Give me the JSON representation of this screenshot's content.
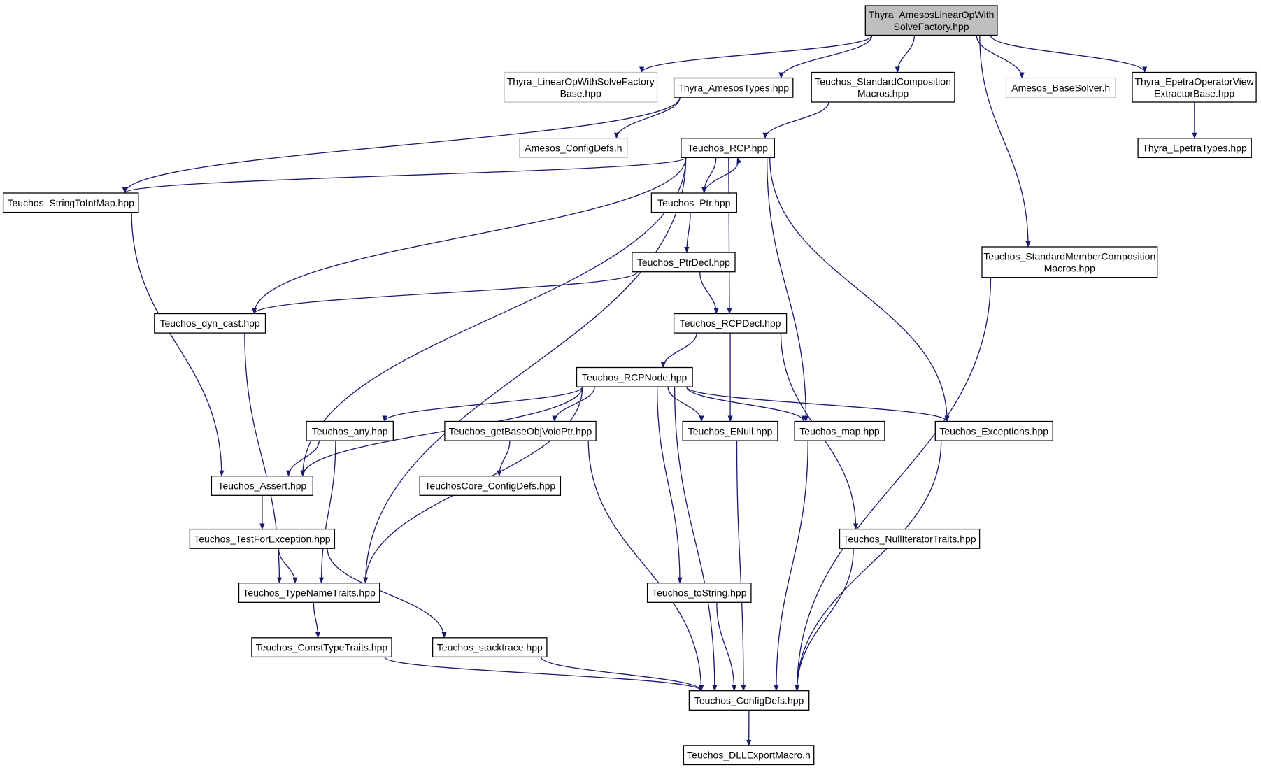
{
  "diagram": {
    "colors": {
      "edge": "#191970",
      "root_fill": "#bfbfbf",
      "external_border": "#bfbfbf",
      "node_border": "#000000",
      "background": "#ffffff"
    },
    "nodes": [
      {
        "id": "root",
        "lines": [
          "Thyra_AmesosLinearOpWith",
          "SolveFactory.hpp"
        ],
        "kind": "root"
      },
      {
        "id": "lowsfb",
        "lines": [
          "Thyra_LinearOpWithSolveFactory",
          "Base.hpp"
        ],
        "kind": "external"
      },
      {
        "id": "amesostypes",
        "lines": [
          "Thyra_AmesosTypes.hpp"
        ],
        "kind": "normal"
      },
      {
        "id": "stdcomp",
        "lines": [
          "Teuchos_StandardComposition",
          "Macros.hpp"
        ],
        "kind": "normal"
      },
      {
        "id": "basesolver",
        "lines": [
          "Amesos_BaseSolver.h"
        ],
        "kind": "external"
      },
      {
        "id": "epetraopview",
        "lines": [
          "Thyra_EpetraOperatorView",
          "ExtractorBase.hpp"
        ],
        "kind": "normal"
      },
      {
        "id": "amesosconfig",
        "lines": [
          "Amesos_ConfigDefs.h"
        ],
        "kind": "external"
      },
      {
        "id": "rcp",
        "lines": [
          "Teuchos_RCP.hpp"
        ],
        "kind": "normal"
      },
      {
        "id": "epetratypes",
        "lines": [
          "Thyra_EpetraTypes.hpp"
        ],
        "kind": "normal"
      },
      {
        "id": "str2int",
        "lines": [
          "Teuchos_StringToIntMap.hpp"
        ],
        "kind": "normal"
      },
      {
        "id": "ptr",
        "lines": [
          "Teuchos_Ptr.hpp"
        ],
        "kind": "normal"
      },
      {
        "id": "stdmembercomp",
        "lines": [
          "Teuchos_StandardMemberComposition",
          "Macros.hpp"
        ],
        "kind": "normal"
      },
      {
        "id": "ptrdecl",
        "lines": [
          "Teuchos_PtrDecl.hpp"
        ],
        "kind": "normal"
      },
      {
        "id": "dyncast",
        "lines": [
          "Teuchos_dyn_cast.hpp"
        ],
        "kind": "normal"
      },
      {
        "id": "rcpdecl",
        "lines": [
          "Teuchos_RCPDecl.hpp"
        ],
        "kind": "normal"
      },
      {
        "id": "rcpnode",
        "lines": [
          "Teuchos_RCPNode.hpp"
        ],
        "kind": "normal"
      },
      {
        "id": "any",
        "lines": [
          "Teuchos_any.hpp"
        ],
        "kind": "normal"
      },
      {
        "id": "getbase",
        "lines": [
          "Teuchos_getBaseObjVoidPtr.hpp"
        ],
        "kind": "normal"
      },
      {
        "id": "enull",
        "lines": [
          "Teuchos_ENull.hpp"
        ],
        "kind": "normal"
      },
      {
        "id": "map",
        "lines": [
          "Teuchos_map.hpp"
        ],
        "kind": "normal"
      },
      {
        "id": "exceptions",
        "lines": [
          "Teuchos_Exceptions.hpp"
        ],
        "kind": "normal"
      },
      {
        "id": "assert",
        "lines": [
          "Teuchos_Assert.hpp"
        ],
        "kind": "normal"
      },
      {
        "id": "coreconfig",
        "lines": [
          "TeuchosCore_ConfigDefs.hpp"
        ],
        "kind": "normal"
      },
      {
        "id": "testforexc",
        "lines": [
          "Teuchos_TestForException.hpp"
        ],
        "kind": "normal"
      },
      {
        "id": "nulliter",
        "lines": [
          "Teuchos_NullIteratorTraits.hpp"
        ],
        "kind": "normal"
      },
      {
        "id": "typename",
        "lines": [
          "Teuchos_TypeNameTraits.hpp"
        ],
        "kind": "normal"
      },
      {
        "id": "tostring",
        "lines": [
          "Teuchos_toString.hpp"
        ],
        "kind": "normal"
      },
      {
        "id": "consttype",
        "lines": [
          "Teuchos_ConstTypeTraits.hpp"
        ],
        "kind": "normal"
      },
      {
        "id": "stacktrace",
        "lines": [
          "Teuchos_stacktrace.hpp"
        ],
        "kind": "normal"
      },
      {
        "id": "configdefs",
        "lines": [
          "Teuchos_ConfigDefs.hpp"
        ],
        "kind": "normal"
      },
      {
        "id": "dllexport",
        "lines": [
          "Teuchos_DLLExportMacro.h"
        ],
        "kind": "normal"
      }
    ],
    "edges": [
      [
        "root",
        "lowsfb"
      ],
      [
        "root",
        "amesostypes"
      ],
      [
        "root",
        "stdcomp"
      ],
      [
        "root",
        "basesolver"
      ],
      [
        "root",
        "epetraopview"
      ],
      [
        "root",
        "stdmembercomp"
      ],
      [
        "amesostypes",
        "amesosconfig"
      ],
      [
        "amesostypes",
        "str2int"
      ],
      [
        "stdcomp",
        "rcp"
      ],
      [
        "epetraopview",
        "epetratypes"
      ],
      [
        "rcp",
        "str2int"
      ],
      [
        "rcp",
        "ptr"
      ],
      [
        "rcp",
        "dyncast"
      ],
      [
        "rcp",
        "rcpdecl"
      ],
      [
        "rcp",
        "assert"
      ],
      [
        "rcp",
        "map"
      ],
      [
        "rcp",
        "exceptions"
      ],
      [
        "rcp",
        "typename"
      ],
      [
        "ptr",
        "rcp"
      ],
      [
        "ptr",
        "ptrdecl"
      ],
      [
        "ptrdecl",
        "dyncast"
      ],
      [
        "ptrdecl",
        "rcpdecl"
      ],
      [
        "str2int",
        "assert"
      ],
      [
        "dyncast",
        "typename"
      ],
      [
        "rcpdecl",
        "rcpnode"
      ],
      [
        "rcpdecl",
        "enull"
      ],
      [
        "rcpdecl",
        "nulliter"
      ],
      [
        "rcpnode",
        "assert"
      ],
      [
        "rcpnode",
        "any"
      ],
      [
        "rcpnode",
        "getbase"
      ],
      [
        "rcpnode",
        "enull"
      ],
      [
        "rcpnode",
        "map"
      ],
      [
        "rcpnode",
        "exceptions"
      ],
      [
        "rcpnode",
        "typename"
      ],
      [
        "rcpnode",
        "tostring"
      ],
      [
        "rcpnode",
        "configdefs"
      ],
      [
        "any",
        "assert"
      ],
      [
        "any",
        "typename"
      ],
      [
        "getbase",
        "coreconfig"
      ],
      [
        "getbase",
        "configdefs"
      ],
      [
        "enull",
        "configdefs"
      ],
      [
        "map",
        "configdefs"
      ],
      [
        "exceptions",
        "configdefs"
      ],
      [
        "assert",
        "testforexc"
      ],
      [
        "testforexc",
        "typename"
      ],
      [
        "testforexc",
        "stacktrace"
      ],
      [
        "nulliter",
        "configdefs"
      ],
      [
        "typename",
        "consttype"
      ],
      [
        "tostring",
        "configdefs"
      ],
      [
        "consttype",
        "configdefs"
      ],
      [
        "stacktrace",
        "configdefs"
      ],
      [
        "stdmembercomp",
        "configdefs"
      ],
      [
        "configdefs",
        "dllexport"
      ]
    ]
  }
}
